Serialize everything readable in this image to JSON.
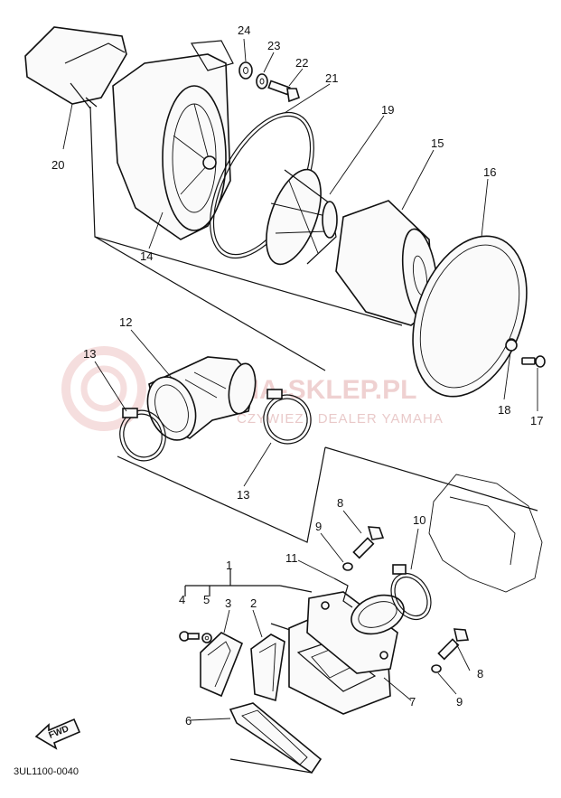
{
  "diagram": {
    "part_code": "3UL1100-0040",
    "fwd_label": "FWD",
    "watermark": {
      "main": "MA-SKLEP.PL",
      "sub": "CZYWIEZ | DEALER YAMAHA"
    },
    "callouts": {
      "c1": "1",
      "c2": "2",
      "c3": "3",
      "c4": "4",
      "c5": "5",
      "c6": "6",
      "c7": "7",
      "c8a": "8",
      "c8b": "8",
      "c9a": "9",
      "c9b": "9",
      "c10": "10",
      "c11": "11",
      "c12": "12",
      "c13a": "13",
      "c13b": "13",
      "c14": "14",
      "c15": "15",
      "c16": "16",
      "c17": "17",
      "c18": "18",
      "c19": "19",
      "c20": "20",
      "c21": "21",
      "c22": "22",
      "c23": "23",
      "c24": "24"
    }
  }
}
